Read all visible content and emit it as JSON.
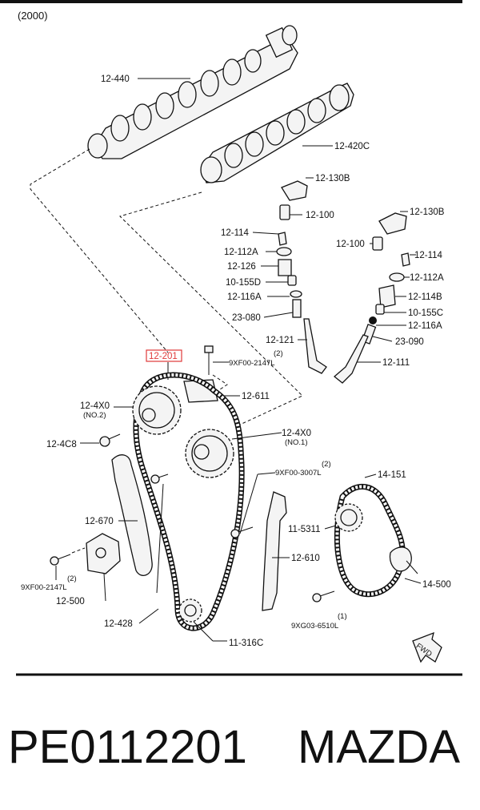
{
  "header": {
    "year": "(2000)"
  },
  "footer": {
    "part_number": "PE0112201",
    "brand": "MAZDA"
  },
  "highlight": {
    "part": "12-201",
    "color": "#e03a3a"
  },
  "labels": {
    "camshaft_exhaust": "12-440",
    "camshaft_intake": "12-420C",
    "lash_adjuster_a": "12-130B",
    "lash_adjuster_b": "12-130B",
    "hla_a": "12-100",
    "hla_b": "12-100",
    "key_a": "12-114",
    "key_b": "12-114",
    "upper_seat_a": "12-112A",
    "upper_seat_b": "12-112A",
    "spring_a": "12-126",
    "spring_b": "12-114B",
    "seal_a": "10-155D",
    "seal_b": "10-155C",
    "lower_seat_a": "12-116A",
    "lower_seat_b": "12-116A",
    "valve_guide_a": "23-080",
    "valve_guide_b": "23-090",
    "valve_exhaust": "12-121",
    "valve_intake": "12-111",
    "timing_chain": "12-201",
    "bolt_top": "9XF00-2147L",
    "bolt_top_qty": "(2)",
    "guide_upper": "12-611",
    "vvt_no2": "12-4X0",
    "vvt_no2_sub": "(NO.2)",
    "vvt_no1": "12-4X0",
    "vvt_no1_sub": "(NO.1)",
    "vvt_bolt": "12-4C8",
    "bolt_mid": "9XF00-3007L",
    "bolt_mid_qty": "(2)",
    "oil_pump_chain": "14-151",
    "tensioner_arm": "12-670",
    "oil_pump_sprocket": "11-5311",
    "chain_guide": "12-610",
    "tensioner": "12-500",
    "bolt_left": "9XF00-2147L",
    "bolt_left_qty": "(2)",
    "oil_pump_tensioner": "14-500",
    "bolt_bottom": "9XG03-6510L",
    "bolt_bottom_qty": "(1)",
    "chain_lower": "12-428",
    "crank_sprocket": "11-316C",
    "fwd": "FWD"
  }
}
